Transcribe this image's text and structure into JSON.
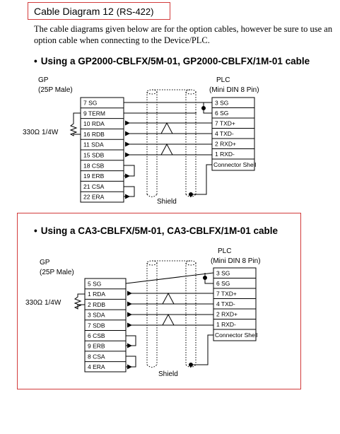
{
  "title": {
    "main": "Cable Diagram 12",
    "sub": "(RS-422)"
  },
  "intro": "The cable diagrams given below are for the option cables, however be sure to use an option cable when connecting to the Device/PLC.",
  "colors": {
    "frame": "#d23b3b",
    "line": "#000000"
  },
  "diagrams": [
    {
      "heading": "Using a GP2000-CBLFX/5M-01, GP2000-CBLFX/1M-01 cable",
      "gp_label": "GP",
      "gp_sub": "(25P Male)",
      "plc_label": "PLC",
      "plc_sub": "(Mini DIN 8 Pin)",
      "resistor": "330Ω 1/4W",
      "shield": "Shield",
      "gp_pins": [
        "7 SG",
        "9 TERM",
        "10 RDA",
        "16 RDB",
        "11 SDA",
        "15 SDB",
        "18 CSB",
        "19 ERB",
        "21 CSA",
        "22 ERA"
      ],
      "plc_pins": [
        "3 SG",
        "6 SG",
        "7 TXD+",
        "4 TXD-",
        "2 RXD+",
        "1 RXD-",
        "Connector Shell"
      ]
    },
    {
      "heading": "Using a CA3-CBLFX/5M-01, CA3-CBLFX/1M-01 cable",
      "gp_label": "GP",
      "gp_sub": "(25P Male)",
      "plc_label": "PLC",
      "plc_sub": "(Mini DIN 8 Pin)",
      "resistor": "330Ω 1/4W",
      "shield": "Shield",
      "gp_pins": [
        "5 SG",
        "1 RDA",
        "2 RDB",
        "3 SDA",
        "7 SDB",
        "6 CSB",
        "9 ERB",
        "8 CSA",
        "4 ERA"
      ],
      "plc_pins": [
        "3 SG",
        "6 SG",
        "7 TXD+",
        "4 TXD-",
        "2 RXD+",
        "1 RXD-",
        "Connector Shell"
      ]
    }
  ]
}
